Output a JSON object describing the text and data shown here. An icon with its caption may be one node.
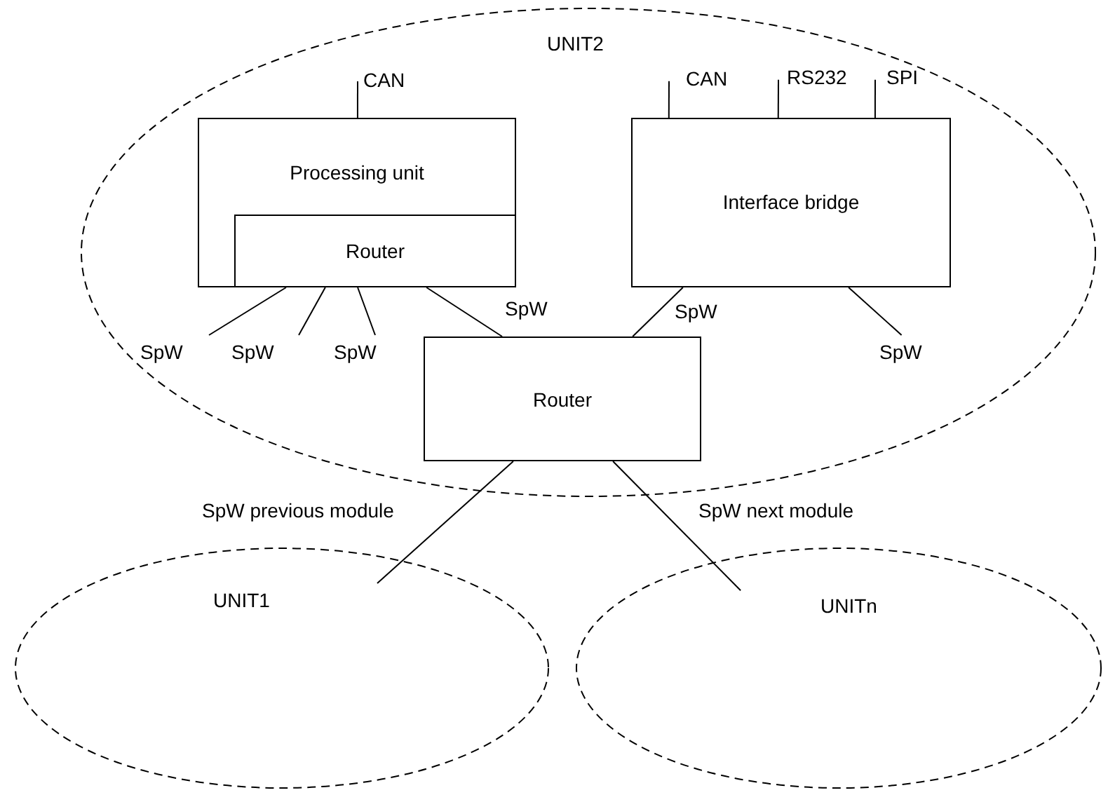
{
  "diagram": {
    "nodes": [
      {
        "text": [
          "UNIT2"
        ]
      },
      {
        "text": [
          "Processing unit"
        ],
        "in": 0
      },
      {
        "text": [
          "Router"
        ],
        "in": 1
      },
      {
        "text": [
          "Interface bridge"
        ],
        "in": 0
      },
      {
        "text": [
          "Router"
        ],
        "in": 0
      },
      {
        "text": [
          "UNIT1"
        ]
      },
      {
        "text": [
          "UNITn"
        ]
      },
      {
        "text": [
          "CAN"
        ],
        "in": 0
      },
      {
        "text": [
          "CAN"
        ],
        "in": 0
      },
      {
        "text": [
          "RS232"
        ],
        "in": 0
      },
      {
        "text": [
          "SPI"
        ],
        "in": 0
      },
      {
        "text": [
          "SpW"
        ],
        "in": 0
      },
      {
        "text": [
          "SpW"
        ],
        "in": 0
      },
      {
        "text": [
          "SpW"
        ],
        "in": 0
      },
      {
        "text": [
          "SpW"
        ],
        "in": 0
      }
    ],
    "edges": [
      {
        "from": 1,
        "to": 7,
        "arrow": "none"
      },
      {
        "from": 3,
        "to": 8,
        "arrow": "none"
      },
      {
        "from": 3,
        "to": 9,
        "arrow": "none"
      },
      {
        "from": 3,
        "to": 10,
        "arrow": "none"
      },
      {
        "from": 2,
        "to": 11,
        "arrow": "none"
      },
      {
        "from": 2,
        "to": 12,
        "arrow": "none"
      },
      {
        "from": 2,
        "to": 13,
        "arrow": "none"
      },
      {
        "from": 2,
        "to": 4,
        "arrow": "none",
        "label": "SpW"
      },
      {
        "from": 3,
        "to": 4,
        "arrow": "none",
        "label": "SpW"
      },
      {
        "from": 3,
        "to": 14,
        "arrow": "none"
      },
      {
        "from": 4,
        "to": 5,
        "arrow": "none",
        "label": "SpW previous module"
      },
      {
        "from": 4,
        "to": 6,
        "arrow": "none",
        "label": "SpW next module"
      }
    ]
  }
}
